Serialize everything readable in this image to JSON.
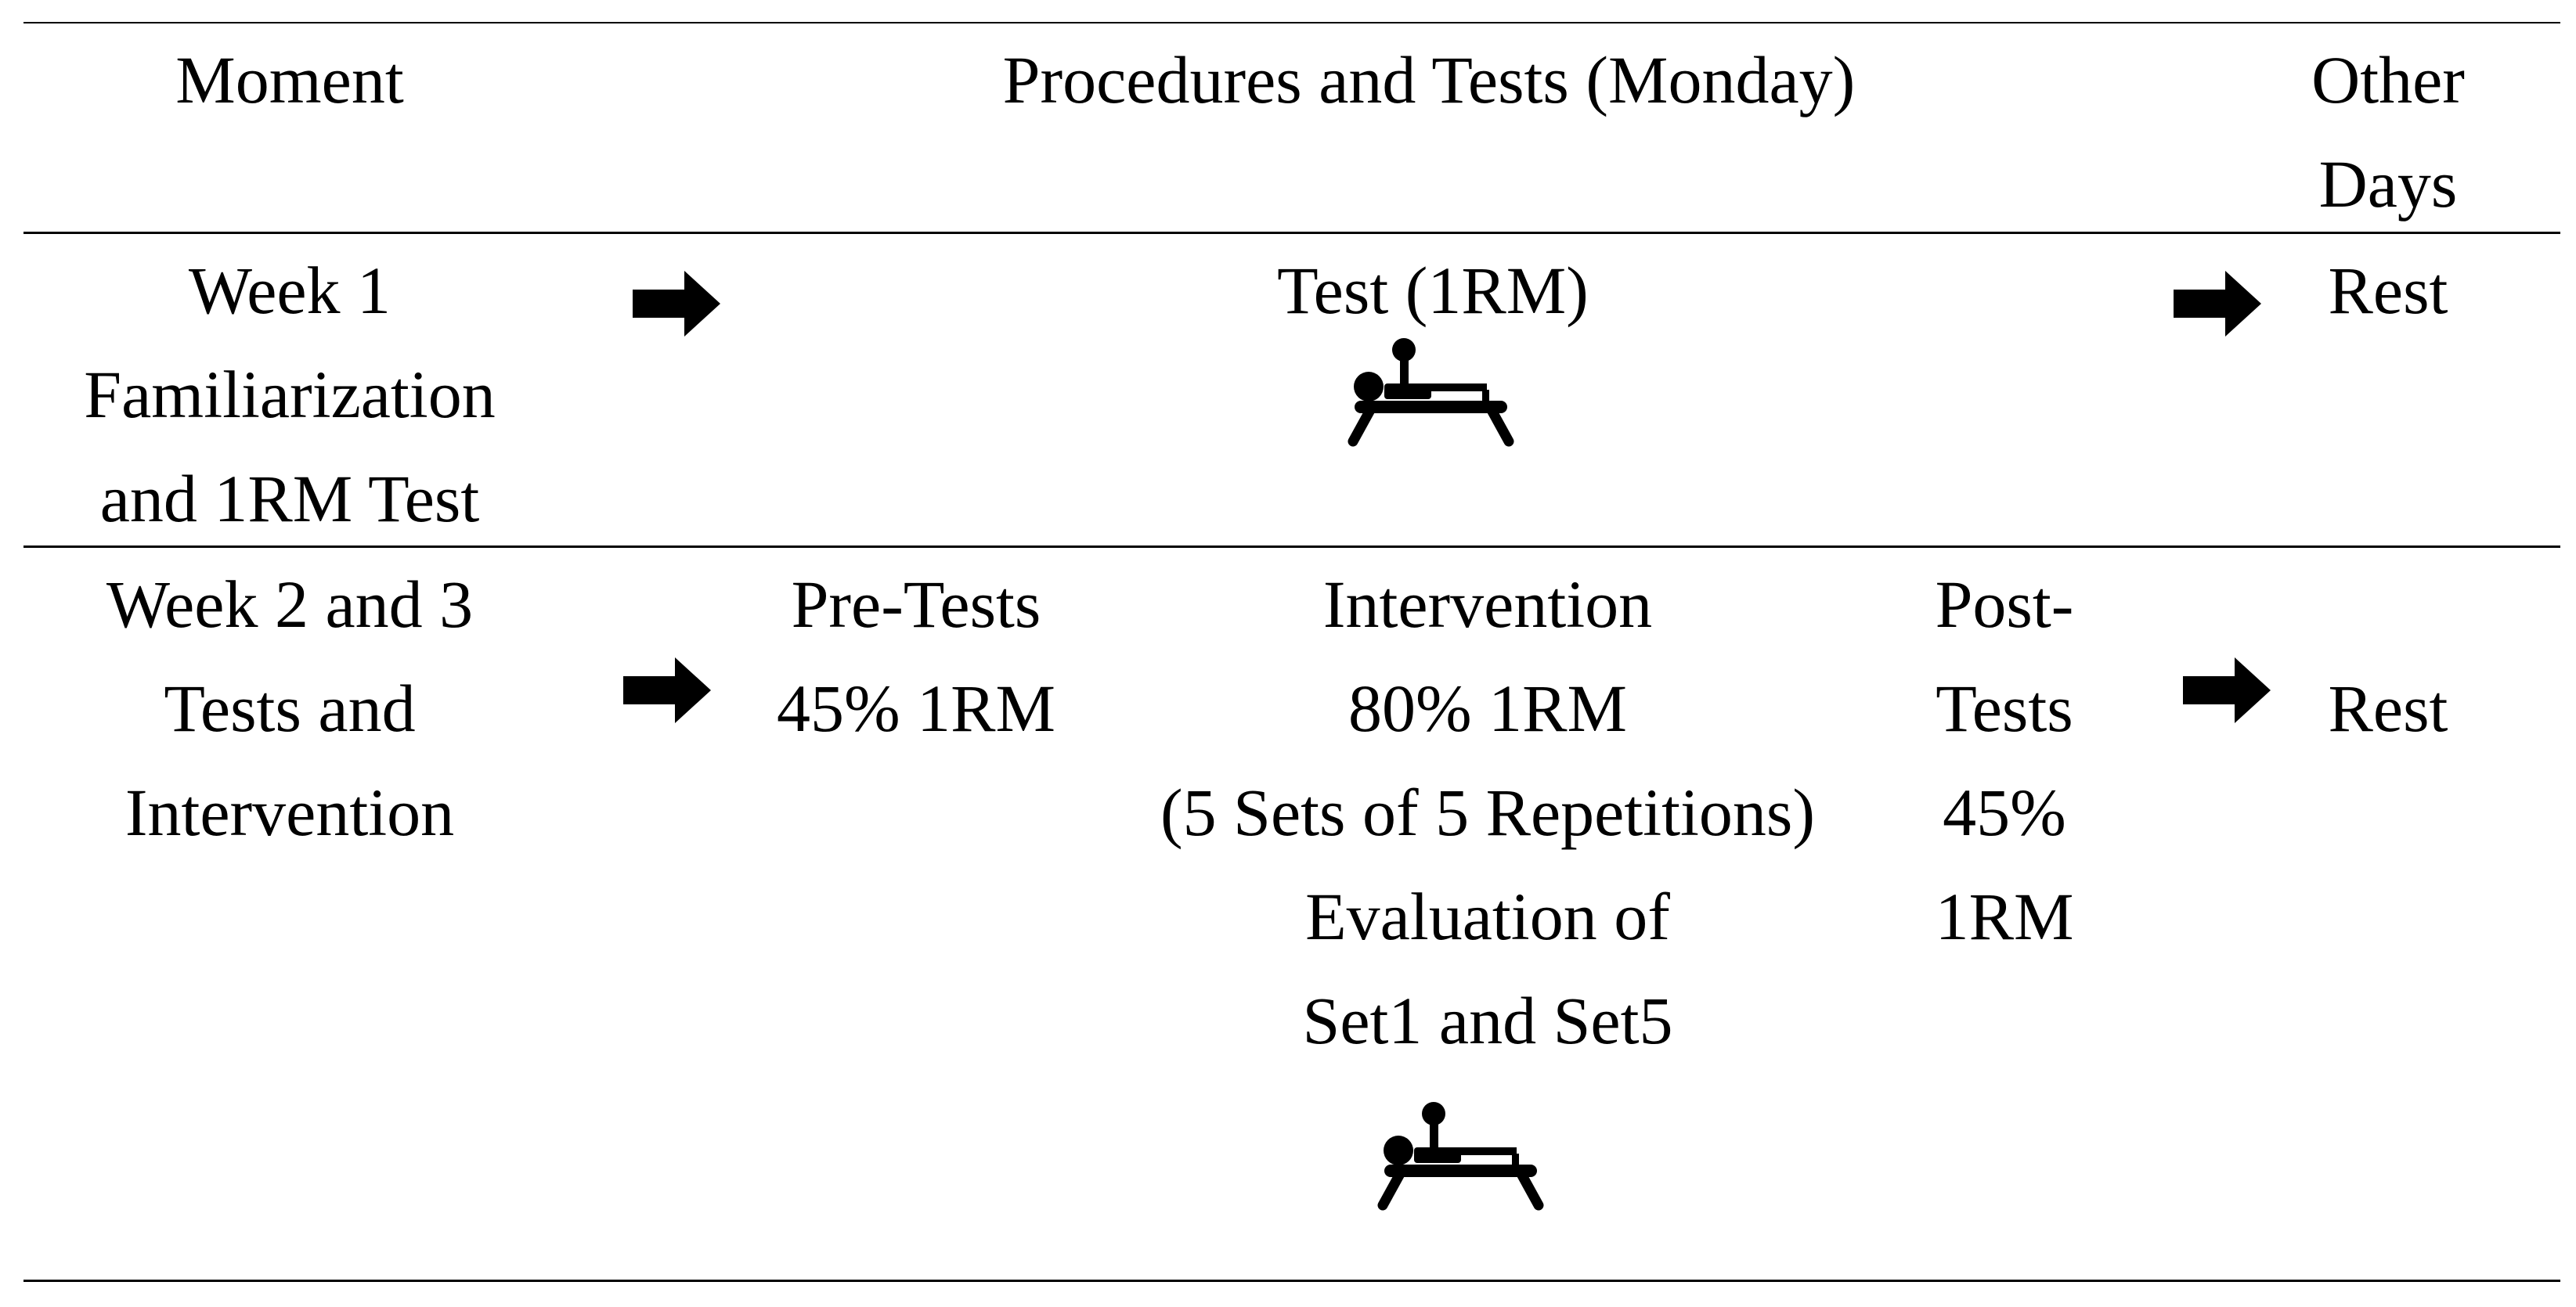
{
  "header": {
    "moment": "Moment",
    "procedures": "Procedures and Tests (Monday)",
    "other_days_line1": "Other",
    "other_days_line2": "Days"
  },
  "row1": {
    "moment_line1": "Week 1",
    "moment_line2": "Familiarization",
    "moment_line3": "and 1RM Test",
    "procedure": "Test (1RM)",
    "other": "Rest"
  },
  "row2": {
    "moment_line1": "Week 2 and 3",
    "moment_line2": "Tests and",
    "moment_line3": "Intervention",
    "pre_line1": "Pre-Tests",
    "pre_line2": "45% 1RM",
    "intervention_line1": "Intervention",
    "intervention_line2": "80% 1RM",
    "intervention_line3": "(5 Sets of 5 Repetitions)",
    "intervention_line4": "Evaluation of",
    "intervention_line5": "Set1 and Set5",
    "post_line1": "Post-",
    "post_line2": "Tests",
    "post_line3": "45%",
    "post_line4": "1RM",
    "other": "Rest"
  },
  "icons": {
    "arrow": "right-arrow-icon",
    "bench": "bench-press-icon"
  },
  "colors": {
    "ink": "#000000",
    "background": "#ffffff"
  }
}
